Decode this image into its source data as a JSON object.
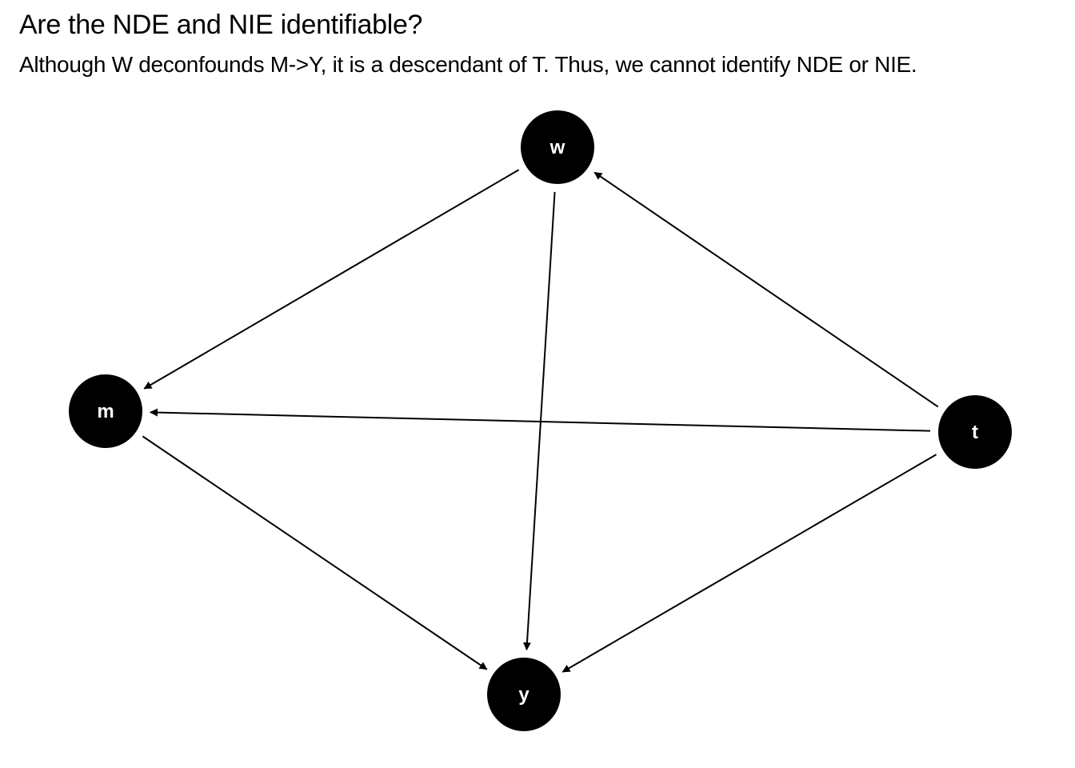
{
  "header": {
    "title": "Are the NDE and NIE identifiable?",
    "subtitle": "Although W deconfounds M->Y, it is a descendant of T. Thus, we cannot identify NDE or NIE."
  },
  "diagram": {
    "node_color": "#000000",
    "label_color": "#ffffff",
    "edge_color": "#000000",
    "nodes": [
      {
        "id": "w",
        "label": "w"
      },
      {
        "id": "m",
        "label": "m"
      },
      {
        "id": "t",
        "label": "t"
      },
      {
        "id": "y",
        "label": "y"
      }
    ],
    "edges": [
      {
        "from": "w",
        "to": "m"
      },
      {
        "from": "w",
        "to": "y"
      },
      {
        "from": "t",
        "to": "w"
      },
      {
        "from": "t",
        "to": "m"
      },
      {
        "from": "t",
        "to": "y"
      },
      {
        "from": "m",
        "to": "y"
      }
    ]
  }
}
